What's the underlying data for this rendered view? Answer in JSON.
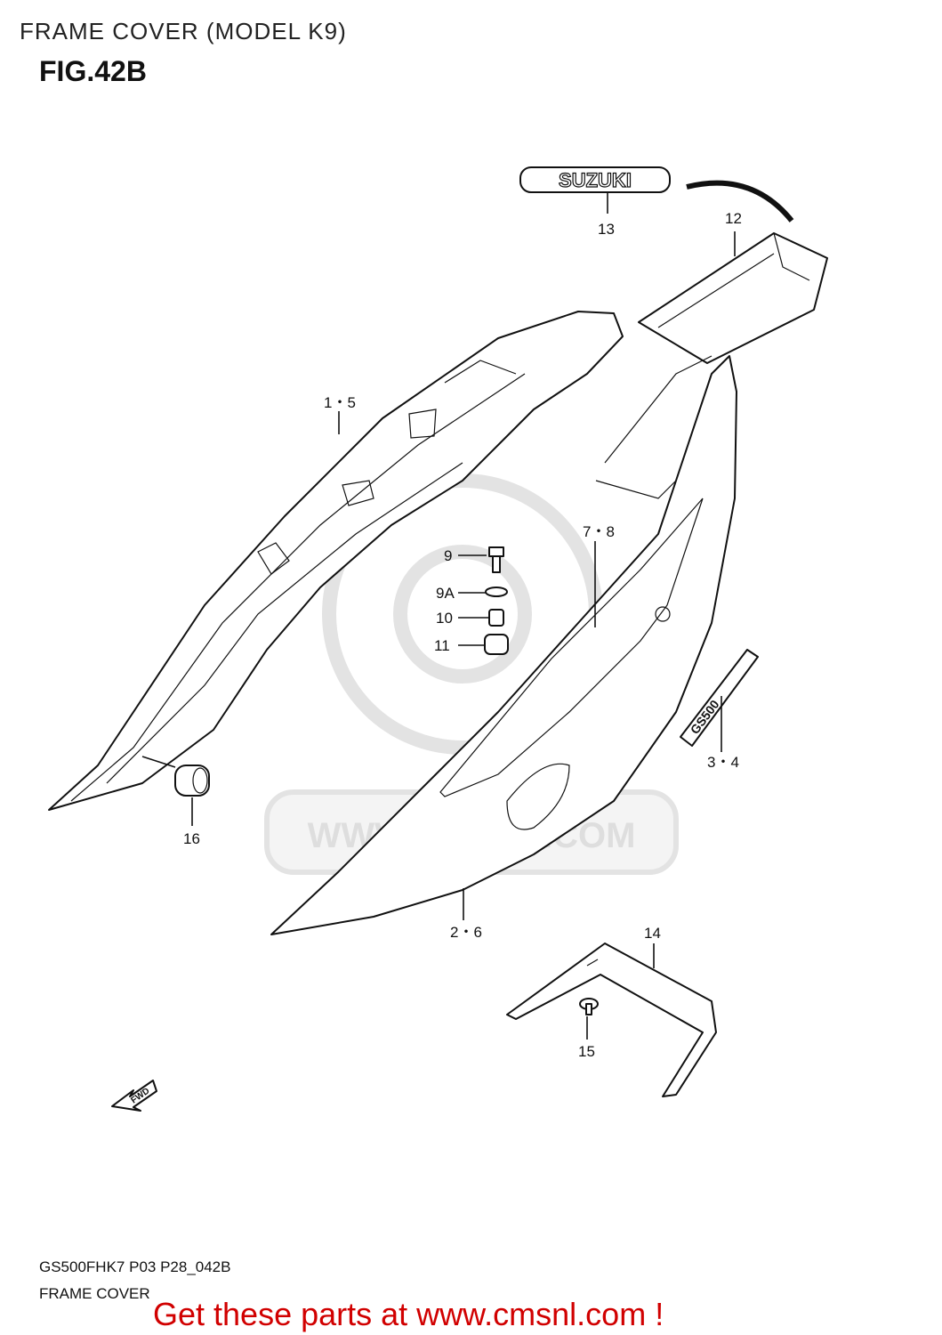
{
  "header": {
    "title": "FRAME COVER (MODEL K9)",
    "figure": "FIG.42B"
  },
  "callouts": {
    "c1_5": "1・5",
    "c2_6": "2・6",
    "c3_4": "3・4",
    "c7_8": "7・8",
    "c9": "9",
    "c9a": "9A",
    "c10": "10",
    "c11": "11",
    "c12": "12",
    "c13": "13",
    "c14": "14",
    "c15": "15",
    "c16": "16"
  },
  "decals": {
    "emblem_text": "SUZUKI",
    "side_badge_text": "GS500",
    "fwd_arrow_text": "FWD"
  },
  "watermark": {
    "text": "WWW.CMSNL.COM"
  },
  "footer": {
    "code": "GS500FHK7 P03 P28_042B",
    "name": "FRAME COVER",
    "cta": "Get these parts at www.cmsnl.com !"
  },
  "colors": {
    "cta": "#d10000",
    "watermark": "#e3e3e3",
    "line": "#111111"
  }
}
